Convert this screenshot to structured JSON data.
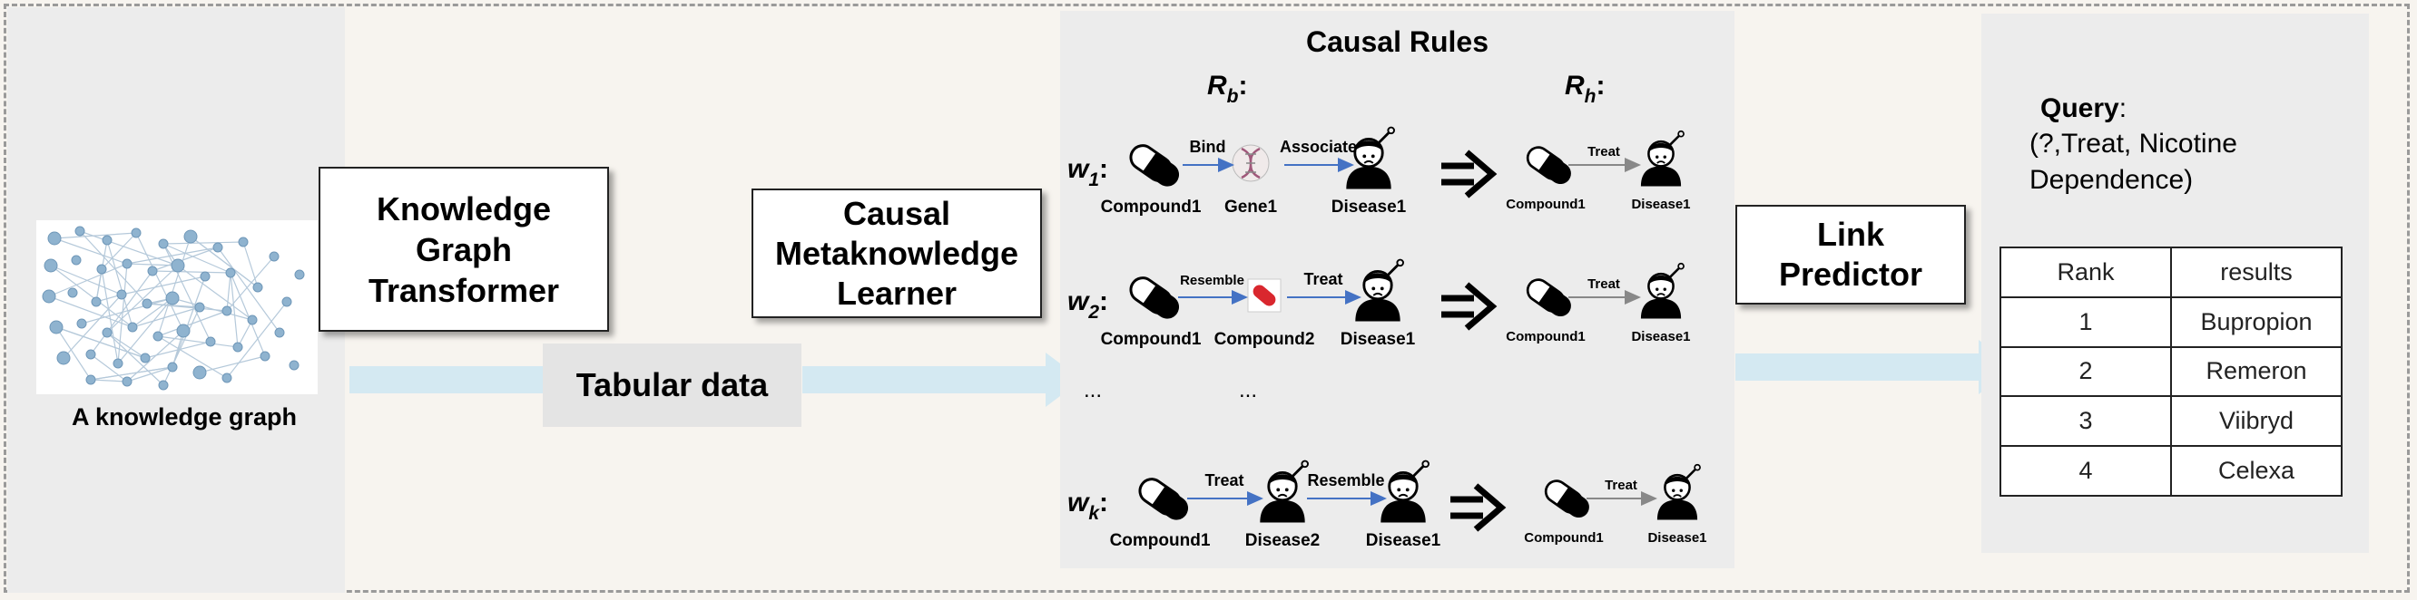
{
  "knowledge_graph_label": "A knowledge graph",
  "kg_transformer_label": [
    "Knowledge",
    "Graph",
    "Transformer"
  ],
  "tabular_data_label": "Tabular data",
  "metaknowledge_learner_label": [
    "Causal",
    "Metaknowledge",
    "Learner"
  ],
  "causal_rules": {
    "title": "Causal Rules",
    "body_header": "R_b:",
    "head_header": "R_h:",
    "ellipsis": "...",
    "rules": [
      {
        "weight": "w_1:",
        "body": [
          {
            "node": "Compound1",
            "icon": "pill-icon"
          },
          {
            "relation": "Bind"
          },
          {
            "node": "Gene1",
            "icon": "dna-icon"
          },
          {
            "relation": "Associate"
          },
          {
            "node": "Disease1",
            "icon": "patient-icon"
          }
        ],
        "head": {
          "source": "Compound1",
          "relation": "Treat",
          "target": "Disease1"
        }
      },
      {
        "weight": "w_2:",
        "body": [
          {
            "node": "Compound1",
            "icon": "pill-icon"
          },
          {
            "relation": "Resemble"
          },
          {
            "node": "Compound2",
            "icon": "red-pill-icon"
          },
          {
            "relation": "Treat"
          },
          {
            "node": "Disease1",
            "icon": "patient-icon"
          }
        ],
        "head": {
          "source": "Compound1",
          "relation": "Treat",
          "target": "Disease1"
        }
      },
      {
        "weight": "w_k:",
        "body": [
          {
            "node": "Compound1",
            "icon": "pill-icon"
          },
          {
            "relation": "Treat"
          },
          {
            "node": "Disease2",
            "icon": "patient-icon"
          },
          {
            "relation": "Resemble"
          },
          {
            "node": "Disease1",
            "icon": "patient-icon"
          }
        ],
        "head": {
          "source": "Compound1",
          "relation": "Treat",
          "target": "Disease1"
        }
      }
    ]
  },
  "link_predictor_label": [
    "Link",
    "Predictor"
  ],
  "query": {
    "label": "Query",
    "colon": ":",
    "text_lines": [
      "(?,Treat, Nicotine",
      "Dependence)"
    ]
  },
  "results_table": {
    "headers": [
      "Rank",
      "results"
    ],
    "rows": [
      [
        "1",
        "Bupropion"
      ],
      [
        "2",
        "Remeron"
      ],
      [
        "3",
        "Viibryd"
      ],
      [
        "4",
        "Celexa"
      ]
    ]
  },
  "colors": {
    "flow_arrow": "#d4e9f2",
    "panel": "#ececec",
    "relation_arrow_blue": "#4472c4",
    "relation_arrow_gray": "#888888",
    "graph_node": "#8fb3cf"
  }
}
